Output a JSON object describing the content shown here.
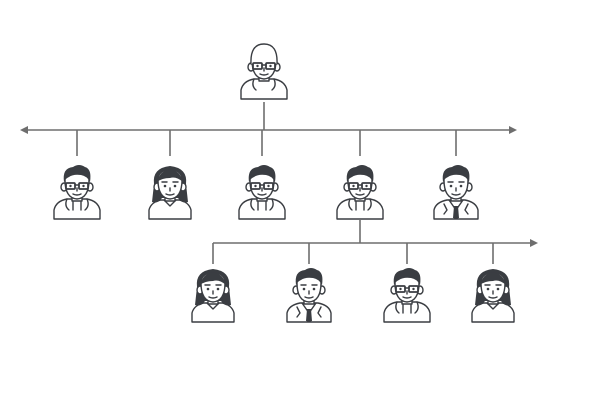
{
  "colors": {
    "line": "#6e6e6e",
    "stroke": "#3a3d42",
    "skin": "#ffffff",
    "hair": "#3a3d42",
    "background": "#ffffff"
  },
  "tree": {
    "root": {
      "person": "bald-man-glasses"
    },
    "children": [
      {
        "person": "man-glasses-hoodie"
      },
      {
        "person": "woman-long-hair"
      },
      {
        "person": "man-glasses-hoodie"
      },
      {
        "person": "man-glasses-hoodie",
        "children": [
          {
            "person": "woman-long-hair"
          },
          {
            "person": "man-suit-tie"
          },
          {
            "person": "man-glasses-hoodie"
          },
          {
            "person": "woman-long-hair"
          }
        ]
      },
      {
        "person": "man-suit-tie"
      }
    ]
  }
}
